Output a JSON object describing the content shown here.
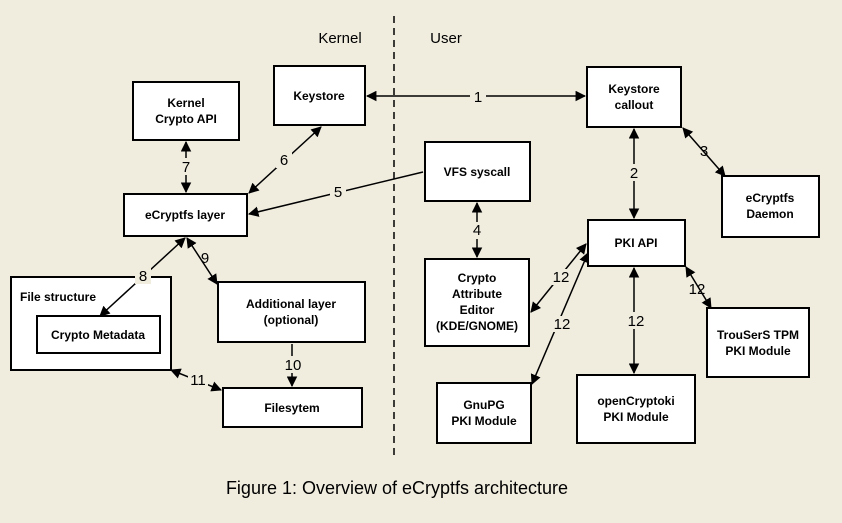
{
  "regions": {
    "kernel": "Kernel",
    "user": "User"
  },
  "boxes": {
    "kernel_crypto_api": [
      "Kernel",
      "Crypto API"
    ],
    "keystore": [
      "Keystore"
    ],
    "keystore_callout": [
      "Keystore",
      "callout"
    ],
    "ecryptfs_layer": [
      "eCryptfs layer"
    ],
    "vfs_syscall": [
      "VFS syscall"
    ],
    "ecryptfs_daemon": [
      "eCryptfs",
      "Daemon"
    ],
    "pki_api": [
      "PKI API"
    ],
    "file_structure": [
      "File structure"
    ],
    "crypto_metadata": [
      "Crypto Metadata"
    ],
    "additional_layer": [
      "Additional layer",
      "(optional)"
    ],
    "crypto_attribute_editor": [
      "Crypto",
      "Attribute",
      "Editor",
      "(KDE/GNOME)"
    ],
    "trousers_tpm": [
      "TrouSerS TPM",
      "PKI Module"
    ],
    "filesystem": [
      "Filesytem"
    ],
    "gnupg": [
      "GnuPG",
      "PKI Module"
    ],
    "opencryptoki": [
      "openCryptoki",
      "PKI Module"
    ]
  },
  "edges": {
    "e1": "1",
    "e2": "2",
    "e3": "3",
    "e4": "4",
    "e5": "5",
    "e6": "6",
    "e7": "7",
    "e8": "8",
    "e9": "9",
    "e10": "10",
    "e11": "11",
    "e12a": "12",
    "e12b": "12",
    "e12c": "12",
    "e12d": "12"
  },
  "caption": "Figure 1: Overview of eCryptfs architecture"
}
